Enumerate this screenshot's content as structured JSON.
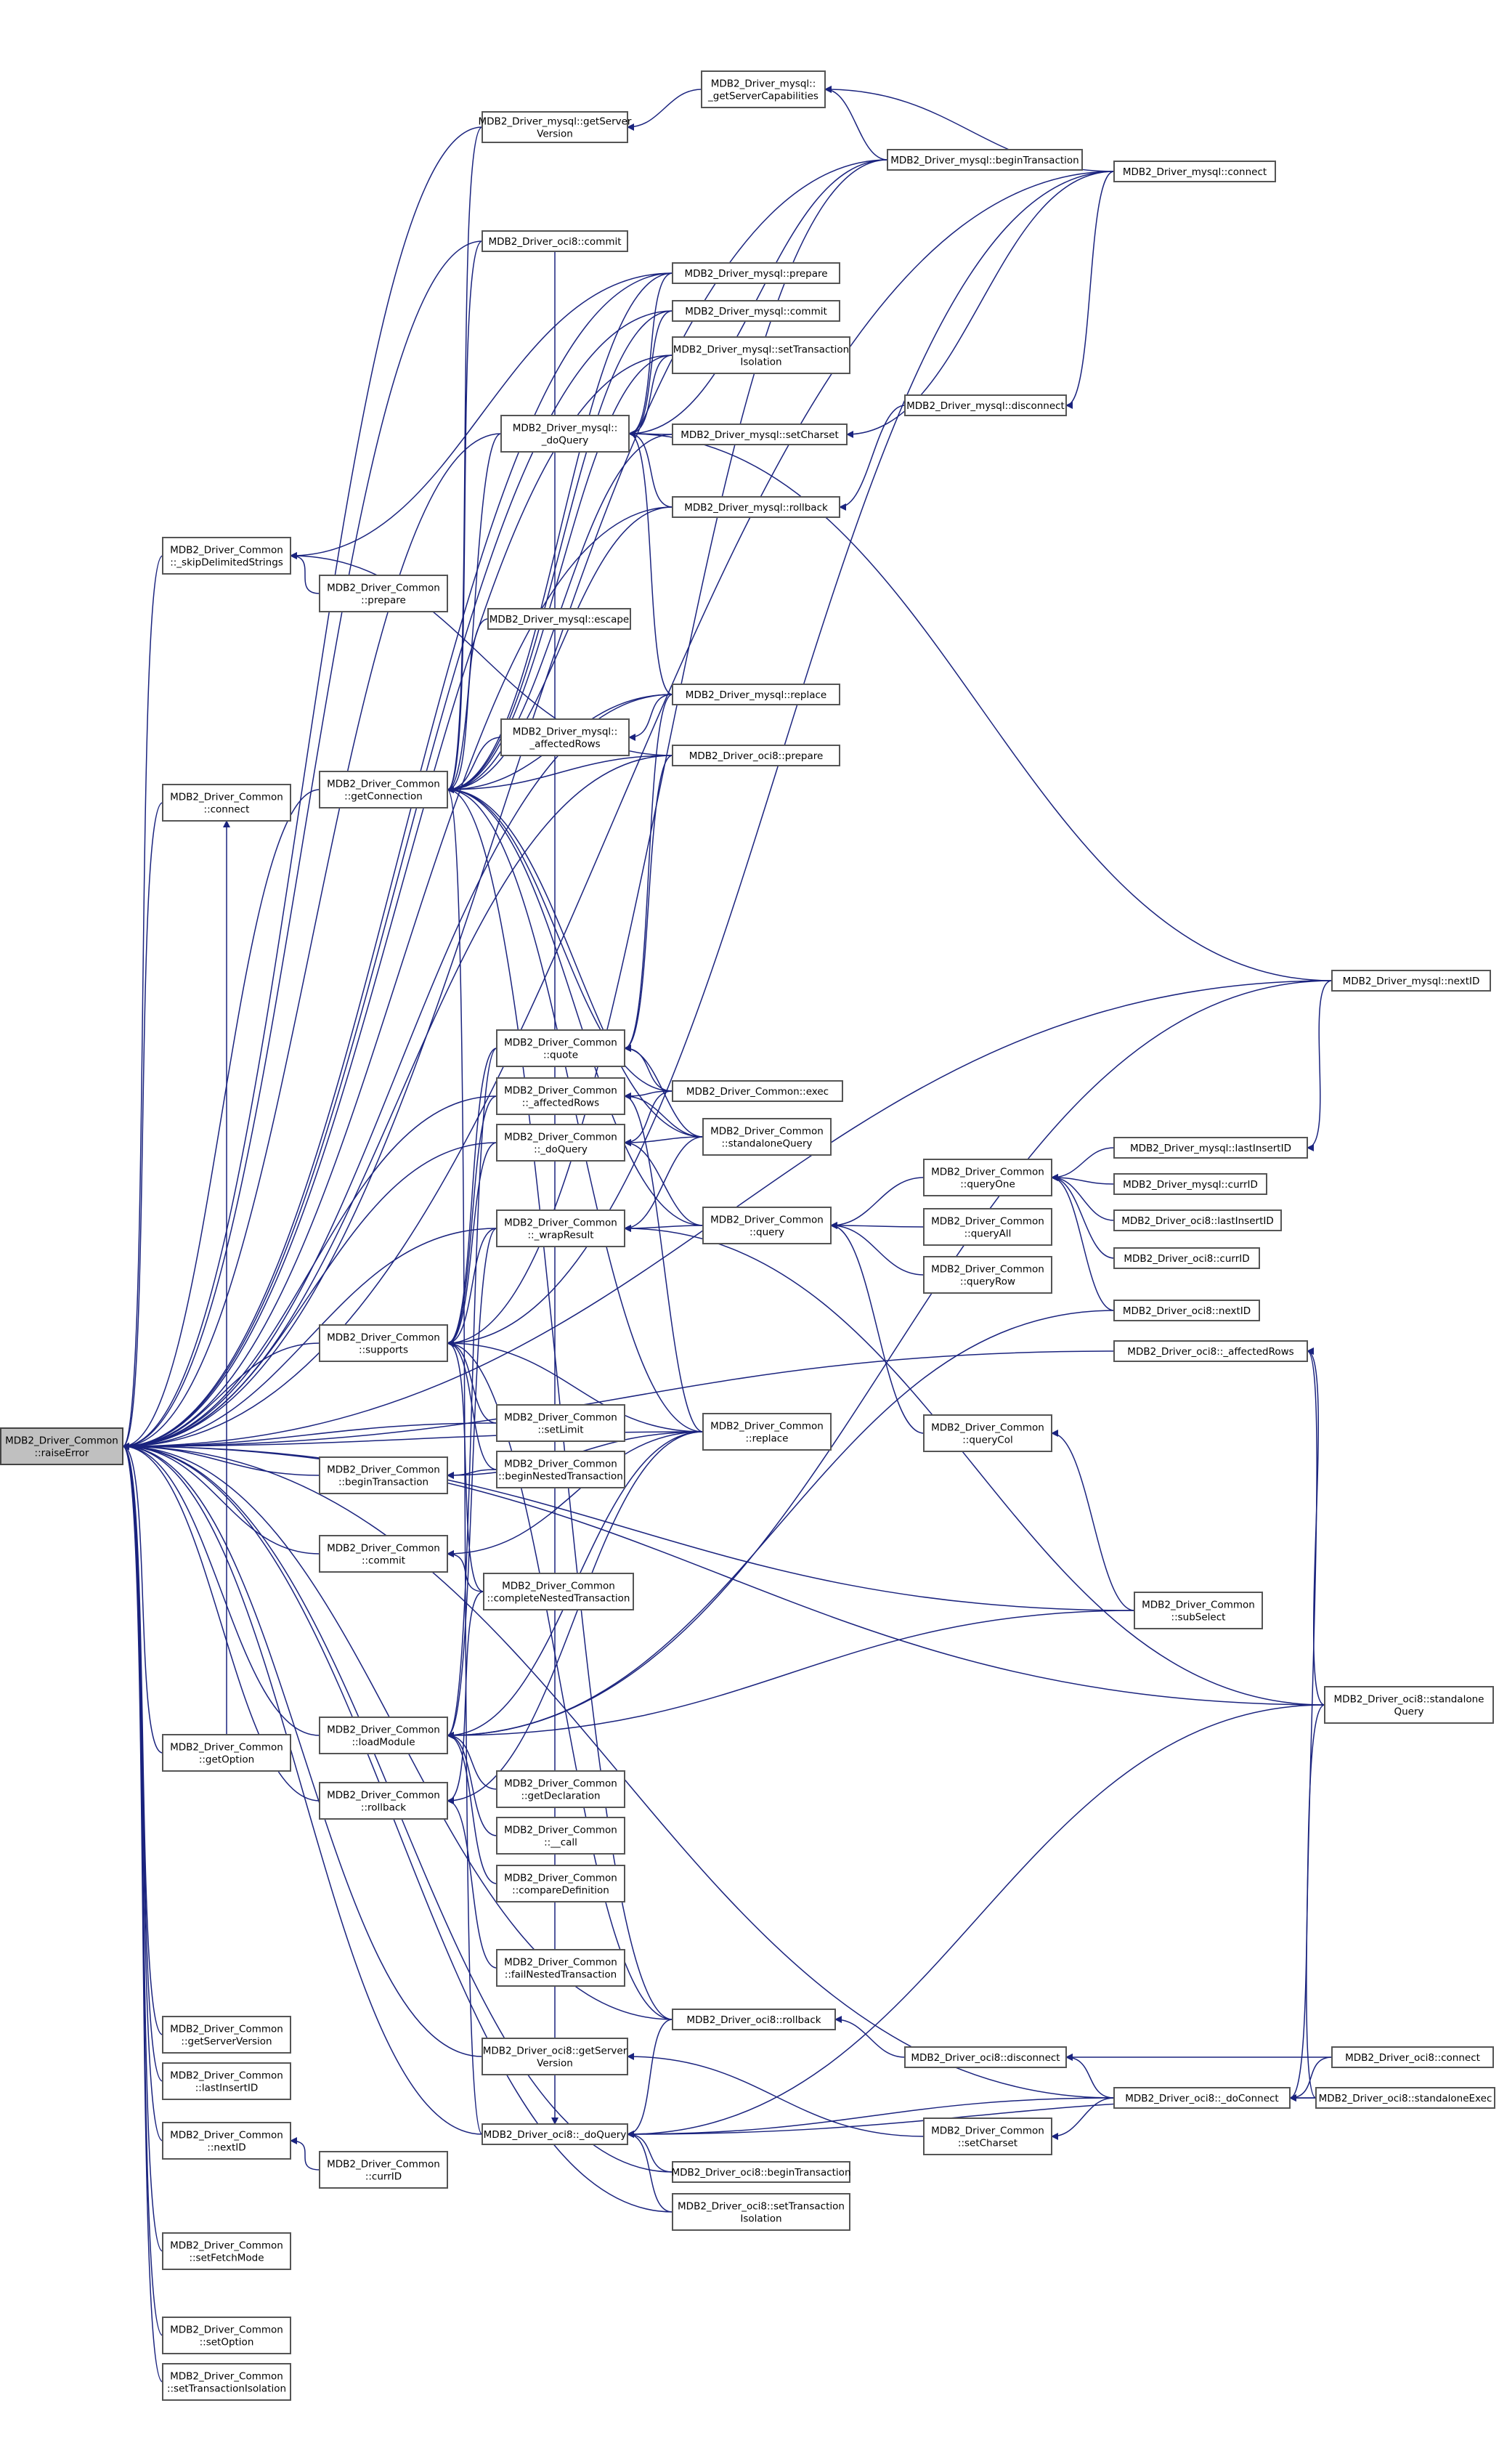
{
  "nodes": [
    {
      "id": "raiseError",
      "lines": [
        "MDB2_Driver_Common",
        "::raiseError"
      ],
      "root": true
    },
    {
      "id": "c_skipDelimitedStrings",
      "lines": [
        "MDB2_Driver_Common",
        "::_skipDelimitedStrings"
      ]
    },
    {
      "id": "c_connect",
      "lines": [
        "MDB2_Driver_Common",
        "::connect"
      ]
    },
    {
      "id": "c_getOption",
      "lines": [
        "MDB2_Driver_Common",
        "::getOption"
      ]
    },
    {
      "id": "c_getServerVersion",
      "lines": [
        "MDB2_Driver_Common",
        "::getServerVersion"
      ]
    },
    {
      "id": "c_lastInsertID",
      "lines": [
        "MDB2_Driver_Common",
        "::lastInsertID"
      ]
    },
    {
      "id": "c_nextID",
      "lines": [
        "MDB2_Driver_Common",
        "::nextID"
      ]
    },
    {
      "id": "c_setFetchMode",
      "lines": [
        "MDB2_Driver_Common",
        "::setFetchMode"
      ]
    },
    {
      "id": "c_setOption",
      "lines": [
        "MDB2_Driver_Common",
        "::setOption"
      ]
    },
    {
      "id": "c_setTransactionIsolation",
      "lines": [
        "MDB2_Driver_Common",
        "::setTransactionIsolation"
      ]
    },
    {
      "id": "c_prepare",
      "lines": [
        "MDB2_Driver_Common",
        "::prepare"
      ]
    },
    {
      "id": "c_getConnection",
      "lines": [
        "MDB2_Driver_Common",
        "::getConnection"
      ]
    },
    {
      "id": "c_supports",
      "lines": [
        "MDB2_Driver_Common",
        "::supports"
      ]
    },
    {
      "id": "c_beginTransaction",
      "lines": [
        "MDB2_Driver_Common",
        "::beginTransaction"
      ]
    },
    {
      "id": "c_commit",
      "lines": [
        "MDB2_Driver_Common",
        "::commit"
      ]
    },
    {
      "id": "c_loadModule",
      "lines": [
        "MDB2_Driver_Common",
        "::loadModule"
      ]
    },
    {
      "id": "c_rollback",
      "lines": [
        "MDB2_Driver_Common",
        "::rollback"
      ]
    },
    {
      "id": "c_currID",
      "lines": [
        "MDB2_Driver_Common",
        "::currID"
      ]
    },
    {
      "id": "m_getServerVersion",
      "lines": [
        "MDB2_Driver_mysql::getServer",
        "Version"
      ]
    },
    {
      "id": "o_commit",
      "lines": [
        "MDB2_Driver_oci8::commit"
      ]
    },
    {
      "id": "m_doQuery",
      "lines": [
        "MDB2_Driver_mysql::",
        "_doQuery"
      ]
    },
    {
      "id": "m_escape",
      "lines": [
        "MDB2_Driver_mysql::escape"
      ]
    },
    {
      "id": "m_affectedRows",
      "lines": [
        "MDB2_Driver_mysql::",
        "_affectedRows"
      ]
    },
    {
      "id": "c_quote",
      "lines": [
        "MDB2_Driver_Common",
        "::quote"
      ]
    },
    {
      "id": "c_affectedRows",
      "lines": [
        "MDB2_Driver_Common",
        "::_affectedRows"
      ]
    },
    {
      "id": "c_doQuery",
      "lines": [
        "MDB2_Driver_Common",
        "::_doQuery"
      ]
    },
    {
      "id": "c_wrapResult",
      "lines": [
        "MDB2_Driver_Common",
        "::_wrapResult"
      ]
    },
    {
      "id": "c_setLimit",
      "lines": [
        "MDB2_Driver_Common",
        "::setLimit"
      ]
    },
    {
      "id": "c_beginNestedTransaction",
      "lines": [
        "MDB2_Driver_Common",
        "::beginNestedTransaction"
      ]
    },
    {
      "id": "c_completeNestedTransaction",
      "lines": [
        "MDB2_Driver_Common",
        "::completeNestedTransaction"
      ]
    },
    {
      "id": "c_getDeclaration",
      "lines": [
        "MDB2_Driver_Common",
        "::getDeclaration"
      ]
    },
    {
      "id": "c_call",
      "lines": [
        "MDB2_Driver_Common",
        "::__call"
      ]
    },
    {
      "id": "c_compareDefinition",
      "lines": [
        "MDB2_Driver_Common",
        "::compareDefinition"
      ]
    },
    {
      "id": "c_failNestedTransaction",
      "lines": [
        "MDB2_Driver_Common",
        "::failNestedTransaction"
      ]
    },
    {
      "id": "o_getServerVersion",
      "lines": [
        "MDB2_Driver_oci8::getServer",
        "Version"
      ]
    },
    {
      "id": "o_doQuery",
      "lines": [
        "MDB2_Driver_oci8::_doQuery"
      ]
    },
    {
      "id": "m_getServerCapabilities",
      "lines": [
        "MDB2_Driver_mysql::",
        "_getServerCapabilities"
      ]
    },
    {
      "id": "m_prepare",
      "lines": [
        "MDB2_Driver_mysql::prepare"
      ]
    },
    {
      "id": "m_commit",
      "lines": [
        "MDB2_Driver_mysql::commit"
      ]
    },
    {
      "id": "m_setTransactionIsolation",
      "lines": [
        "MDB2_Driver_mysql::setTransaction",
        "Isolation"
      ]
    },
    {
      "id": "m_setCharset",
      "lines": [
        "MDB2_Driver_mysql::setCharset"
      ]
    },
    {
      "id": "m_rollback",
      "lines": [
        "MDB2_Driver_mysql::rollback"
      ]
    },
    {
      "id": "m_replace",
      "lines": [
        "MDB2_Driver_mysql::replace"
      ]
    },
    {
      "id": "o_prepare",
      "lines": [
        "MDB2_Driver_oci8::prepare"
      ]
    },
    {
      "id": "c_exec",
      "lines": [
        "MDB2_Driver_Common::exec"
      ]
    },
    {
      "id": "c_standaloneQuery",
      "lines": [
        "MDB2_Driver_Common",
        "::standaloneQuery"
      ]
    },
    {
      "id": "c_query",
      "lines": [
        "MDB2_Driver_Common",
        "::query"
      ]
    },
    {
      "id": "c_replace",
      "lines": [
        "MDB2_Driver_Common",
        "::replace"
      ]
    },
    {
      "id": "o_rollback",
      "lines": [
        "MDB2_Driver_oci8::rollback"
      ]
    },
    {
      "id": "o_beginTransaction",
      "lines": [
        "MDB2_Driver_oci8::beginTransaction"
      ]
    },
    {
      "id": "o_setTransactionIsolation",
      "lines": [
        "MDB2_Driver_oci8::setTransaction",
        "Isolation"
      ]
    },
    {
      "id": "m_beginTransaction",
      "lines": [
        "MDB2_Driver_mysql::beginTransaction"
      ]
    },
    {
      "id": "m_disconnect",
      "lines": [
        "MDB2_Driver_mysql::disconnect"
      ]
    },
    {
      "id": "c_queryOne",
      "lines": [
        "MDB2_Driver_Common",
        "::queryOne"
      ]
    },
    {
      "id": "c_queryAll",
      "lines": [
        "MDB2_Driver_Common",
        "::queryAll"
      ]
    },
    {
      "id": "c_queryRow",
      "lines": [
        "MDB2_Driver_Common",
        "::queryRow"
      ]
    },
    {
      "id": "c_queryCol",
      "lines": [
        "MDB2_Driver_Common",
        "::queryCol"
      ]
    },
    {
      "id": "o_disconnect",
      "lines": [
        "MDB2_Driver_oci8::disconnect"
      ]
    },
    {
      "id": "c_setCharset",
      "lines": [
        "MDB2_Driver_Common",
        "::setCharset"
      ]
    },
    {
      "id": "m_connect",
      "lines": [
        "MDB2_Driver_mysql::connect"
      ]
    },
    {
      "id": "m_lastInsertID",
      "lines": [
        "MDB2_Driver_mysql::lastInsertID"
      ]
    },
    {
      "id": "m_currID",
      "lines": [
        "MDB2_Driver_mysql::currID"
      ]
    },
    {
      "id": "o_lastInsertID",
      "lines": [
        "MDB2_Driver_oci8::lastInsertID"
      ]
    },
    {
      "id": "o_currID",
      "lines": [
        "MDB2_Driver_oci8::currID"
      ]
    },
    {
      "id": "o_nextID",
      "lines": [
        "MDB2_Driver_oci8::nextID"
      ]
    },
    {
      "id": "o_affectedRows",
      "lines": [
        "MDB2_Driver_oci8::_affectedRows"
      ]
    },
    {
      "id": "c_subSelect",
      "lines": [
        "MDB2_Driver_Common",
        "::subSelect"
      ]
    },
    {
      "id": "o_doConnect",
      "lines": [
        "MDB2_Driver_oci8::_doConnect"
      ]
    },
    {
      "id": "m_nextID",
      "lines": [
        "MDB2_Driver_mysql::nextID"
      ]
    },
    {
      "id": "o_standaloneQuery",
      "lines": [
        "MDB2_Driver_oci8::standalone",
        "Query"
      ]
    },
    {
      "id": "o_connect",
      "lines": [
        "MDB2_Driver_oci8::connect"
      ]
    },
    {
      "id": "o_standaloneExec",
      "lines": [
        "MDB2_Driver_oci8::standaloneExec"
      ]
    }
  ],
  "edges": [
    [
      "c_skipDelimitedStrings",
      "raiseError"
    ],
    [
      "c_connect",
      "raiseError"
    ],
    [
      "c_getOption",
      "raiseError"
    ],
    [
      "c_getServerVersion",
      "raiseError"
    ],
    [
      "c_lastInsertID",
      "raiseError"
    ],
    [
      "c_nextID",
      "raiseError"
    ],
    [
      "c_setFetchMode",
      "raiseError"
    ],
    [
      "c_setOption",
      "raiseError"
    ],
    [
      "c_setTransactionIsolation",
      "raiseError"
    ],
    [
      "c_getConnection",
      "raiseError"
    ],
    [
      "c_supports",
      "raiseError"
    ],
    [
      "c_beginTransaction",
      "raiseError"
    ],
    [
      "c_commit",
      "raiseError"
    ],
    [
      "c_loadModule",
      "raiseError"
    ],
    [
      "c_rollback",
      "raiseError"
    ],
    [
      "m_getServerVersion",
      "raiseError"
    ],
    [
      "o_commit",
      "raiseError"
    ],
    [
      "m_doQuery",
      "raiseError"
    ],
    [
      "c_affectedRows",
      "raiseError"
    ],
    [
      "c_doQuery",
      "raiseError"
    ],
    [
      "c_wrapResult",
      "raiseError"
    ],
    [
      "c_setLimit",
      "raiseError"
    ],
    [
      "o_getServerVersion",
      "raiseError"
    ],
    [
      "o_doQuery",
      "raiseError"
    ],
    [
      "m_prepare",
      "raiseError"
    ],
    [
      "m_commit",
      "raiseError"
    ],
    [
      "m_setTransactionIsolation",
      "raiseError"
    ],
    [
      "m_rollback",
      "raiseError"
    ],
    [
      "m_replace",
      "raiseError"
    ],
    [
      "o_prepare",
      "raiseError"
    ],
    [
      "c_replace",
      "raiseError"
    ],
    [
      "o_rollback",
      "raiseError"
    ],
    [
      "o_beginTransaction",
      "raiseError"
    ],
    [
      "o_setTransactionIsolation",
      "raiseError"
    ],
    [
      "m_beginTransaction",
      "raiseError"
    ],
    [
      "m_connect",
      "raiseError"
    ],
    [
      "m_nextID",
      "raiseError"
    ],
    [
      "o_doConnect",
      "raiseError"
    ],
    [
      "o_standaloneQuery",
      "raiseError"
    ],
    [
      "c_subSelect",
      "raiseError"
    ],
    [
      "o_affectedRows",
      "raiseError"
    ],
    [
      "c_prepare",
      "c_skipDelimitedStrings"
    ],
    [
      "m_prepare",
      "c_skipDelimitedStrings"
    ],
    [
      "o_prepare",
      "c_skipDelimitedStrings"
    ],
    [
      "c_getOption",
      "c_connect"
    ],
    [
      "c_currID",
      "c_nextID"
    ],
    [
      "m_getServerVersion",
      "c_getConnection"
    ],
    [
      "o_commit",
      "c_getConnection"
    ],
    [
      "m_doQuery",
      "c_getConnection"
    ],
    [
      "m_escape",
      "c_getConnection"
    ],
    [
      "m_affectedRows",
      "c_getConnection"
    ],
    [
      "m_prepare",
      "c_getConnection"
    ],
    [
      "m_commit",
      "c_getConnection"
    ],
    [
      "m_setTransactionIsolation",
      "c_getConnection"
    ],
    [
      "m_setCharset",
      "c_getConnection"
    ],
    [
      "m_rollback",
      "c_getConnection"
    ],
    [
      "m_replace",
      "c_getConnection"
    ],
    [
      "o_prepare",
      "c_getConnection"
    ],
    [
      "c_exec",
      "c_getConnection"
    ],
    [
      "c_standaloneQuery",
      "c_getConnection"
    ],
    [
      "c_query",
      "c_getConnection"
    ],
    [
      "c_replace",
      "c_getConnection"
    ],
    [
      "o_doQuery",
      "c_getConnection"
    ],
    [
      "o_rollback",
      "c_getConnection"
    ],
    [
      "c_quote",
      "c_supports"
    ],
    [
      "c_affectedRows",
      "c_supports"
    ],
    [
      "c_doQuery",
      "c_supports"
    ],
    [
      "c_wrapResult",
      "c_supports"
    ],
    [
      "c_setLimit",
      "c_supports"
    ],
    [
      "c_beginNestedTransaction",
      "c_supports"
    ],
    [
      "c_completeNestedTransaction",
      "c_supports"
    ],
    [
      "c_replace",
      "c_supports"
    ],
    [
      "m_beginTransaction",
      "c_supports"
    ],
    [
      "m_connect",
      "c_supports"
    ],
    [
      "o_rollback",
      "c_supports"
    ],
    [
      "c_beginNestedTransaction",
      "c_beginTransaction"
    ],
    [
      "c_replace",
      "c_beginTransaction"
    ],
    [
      "c_completeNestedTransaction",
      "c_commit"
    ],
    [
      "c_replace",
      "c_commit"
    ],
    [
      "c_getDeclaration",
      "c_loadModule"
    ],
    [
      "c_call",
      "c_loadModule"
    ],
    [
      "c_compareDefinition",
      "c_loadModule"
    ],
    [
      "c_quote",
      "c_loadModule"
    ],
    [
      "c_wrapResult",
      "c_loadModule"
    ],
    [
      "c_replace",
      "c_loadModule"
    ],
    [
      "c_subSelect",
      "c_loadModule"
    ],
    [
      "m_nextID",
      "c_loadModule"
    ],
    [
      "o_nextID",
      "c_loadModule"
    ],
    [
      "c_completeNestedTransaction",
      "c_rollback"
    ],
    [
      "c_failNestedTransaction",
      "c_rollback"
    ],
    [
      "c_replace",
      "c_rollback"
    ],
    [
      "m_getServerCapabilities",
      "m_getServerVersion"
    ],
    [
      "m_prepare",
      "m_doQuery"
    ],
    [
      "m_commit",
      "m_doQuery"
    ],
    [
      "m_setTransactionIsolation",
      "m_doQuery"
    ],
    [
      "m_setCharset",
      "m_doQuery"
    ],
    [
      "m_rollback",
      "m_doQuery"
    ],
    [
      "m_replace",
      "m_doQuery"
    ],
    [
      "m_beginTransaction",
      "m_doQuery"
    ],
    [
      "m_nextID",
      "m_doQuery"
    ],
    [
      "m_replace",
      "m_affectedRows"
    ],
    [
      "c_exec",
      "c_quote"
    ],
    [
      "c_standaloneQuery",
      "c_quote"
    ],
    [
      "m_replace",
      "c_quote"
    ],
    [
      "o_prepare",
      "c_quote"
    ],
    [
      "c_exec",
      "c_affectedRows"
    ],
    [
      "c_standaloneQuery",
      "c_affectedRows"
    ],
    [
      "c_replace",
      "c_affectedRows"
    ],
    [
      "c_exec",
      "c_doQuery"
    ],
    [
      "c_standaloneQuery",
      "c_doQuery"
    ],
    [
      "c_query",
      "c_doQuery"
    ],
    [
      "c_query",
      "c_wrapResult"
    ],
    [
      "c_standaloneQuery",
      "c_wrapResult"
    ],
    [
      "o_standaloneQuery",
      "c_wrapResult"
    ],
    [
      "c_setCharset",
      "o_getServerVersion"
    ],
    [
      "o_commit",
      "o_doQuery"
    ],
    [
      "o_rollback",
      "o_doQuery"
    ],
    [
      "o_beginTransaction",
      "o_doQuery"
    ],
    [
      "o_setTransactionIsolation",
      "o_doQuery"
    ],
    [
      "o_doConnect",
      "o_doQuery"
    ],
    [
      "o_standaloneQuery",
      "o_doQuery"
    ],
    [
      "o_standaloneExec",
      "o_doQuery"
    ],
    [
      "m_beginTransaction",
      "m_getServerCapabilities"
    ],
    [
      "m_connect",
      "m_getServerCapabilities"
    ],
    [
      "m_disconnect",
      "m_rollback"
    ],
    [
      "m_connect",
      "m_setCharset"
    ],
    [
      "c_queryOne",
      "c_query"
    ],
    [
      "c_queryAll",
      "c_query"
    ],
    [
      "c_queryRow",
      "c_query"
    ],
    [
      "c_queryCol",
      "c_query"
    ],
    [
      "o_disconnect",
      "o_rollback"
    ],
    [
      "m_connect",
      "m_disconnect"
    ],
    [
      "m_lastInsertID",
      "c_queryOne"
    ],
    [
      "m_currID",
      "c_queryOne"
    ],
    [
      "o_lastInsertID",
      "c_queryOne"
    ],
    [
      "o_currID",
      "c_queryOne"
    ],
    [
      "o_nextID",
      "c_queryOne"
    ],
    [
      "c_subSelect",
      "c_queryCol"
    ],
    [
      "o_connect",
      "o_disconnect"
    ],
    [
      "o_doConnect",
      "o_disconnect"
    ],
    [
      "o_doConnect",
      "c_setCharset"
    ],
    [
      "m_nextID",
      "m_lastInsertID"
    ],
    [
      "o_standaloneQuery",
      "o_affectedRows"
    ],
    [
      "o_standaloneExec",
      "o_affectedRows"
    ],
    [
      "o_connect",
      "o_doConnect"
    ],
    [
      "o_standaloneExec",
      "o_doConnect"
    ],
    [
      "o_standaloneQuery",
      "o_doConnect"
    ]
  ]
}
